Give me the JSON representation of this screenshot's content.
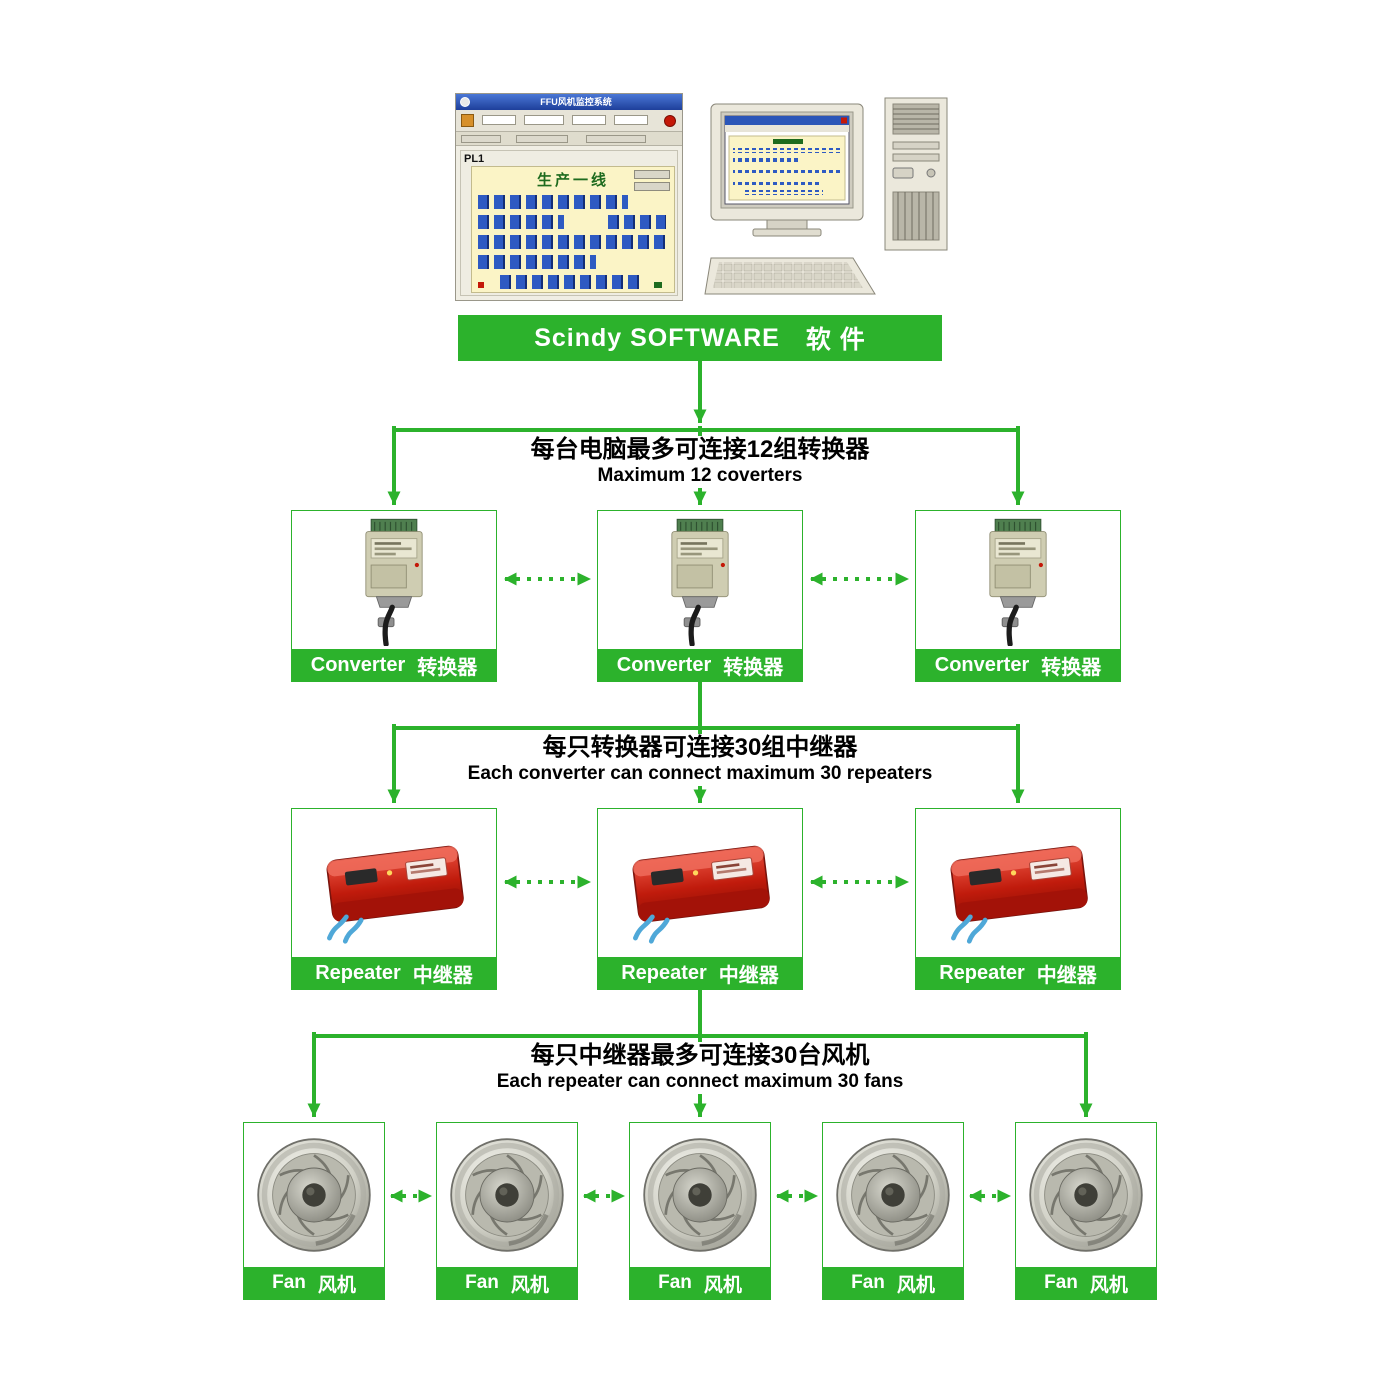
{
  "software": {
    "banner": {
      "en": "Scindy SOFTWARE",
      "cn": "软  件"
    },
    "screen": {
      "title": "FFU风机监控系统",
      "panel_id": "PL1",
      "line_name": "生产一线"
    }
  },
  "levels": {
    "converters": {
      "note_cn": "每台电脑最多可连接12组转换器",
      "note_en": "Maximum 12 coverters",
      "nodes": [
        {
          "en": "Converter",
          "cn": "转换器"
        },
        {
          "en": "Converter",
          "cn": "转换器"
        },
        {
          "en": "Converter",
          "cn": "转换器"
        }
      ]
    },
    "repeaters": {
      "note_cn": "每只转换器可连接30组中继器",
      "note_en": "Each converter can connect maximum 30 repeaters",
      "nodes": [
        {
          "en": "Repeater",
          "cn": "中继器"
        },
        {
          "en": "Repeater",
          "cn": "中继器"
        },
        {
          "en": "Repeater",
          "cn": "中继器"
        }
      ]
    },
    "fans": {
      "note_cn": "每只中继器最多可连接30台风机",
      "note_en": "Each repeater can connect maximum 30 fans",
      "nodes": [
        {
          "en": "Fan",
          "cn": "风机"
        },
        {
          "en": "Fan",
          "cn": "风机"
        },
        {
          "en": "Fan",
          "cn": "风机"
        },
        {
          "en": "Fan",
          "cn": "风机"
        },
        {
          "en": "Fan",
          "cn": "风机"
        }
      ]
    }
  },
  "colors": {
    "accent_green": "#2cb22c",
    "repeater_red": "#c8281c",
    "converter_beige": "#cfcdb2",
    "screen_blue": "#2a55b8",
    "panel_yellow": "#fbf4c6"
  }
}
